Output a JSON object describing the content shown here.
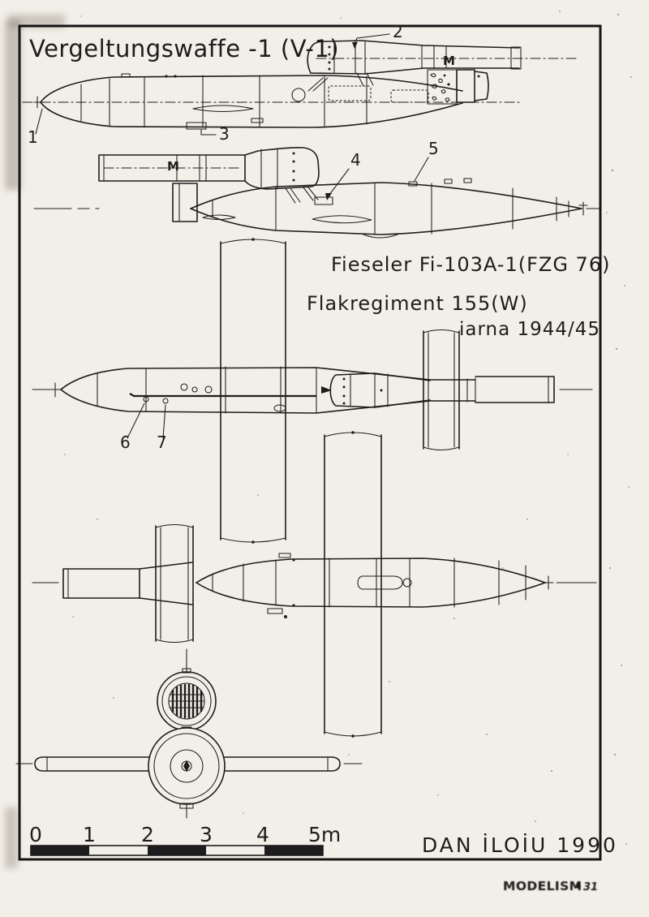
{
  "title": "Vergeltungswaffe -1 (V-1)",
  "captions": {
    "designation": "Fieseler Fi-103A-1(FZG 76)",
    "unit": "Flakregiment 155(W)",
    "period": "iarna 1944/45"
  },
  "part_numbers": [
    "1",
    "2",
    "3",
    "4",
    "5",
    "6",
    "7"
  ],
  "engine_marker": "M",
  "scale_bar": {
    "ticks": [
      "0",
      "1",
      "2",
      "3",
      "4",
      "5m"
    ]
  },
  "credit": "DAN İLOİU 1990",
  "publisher": {
    "name": "MODELISM",
    "issue": "31"
  },
  "colors": {
    "paper": "#f2efe8",
    "ink": "#1d1d1d"
  }
}
